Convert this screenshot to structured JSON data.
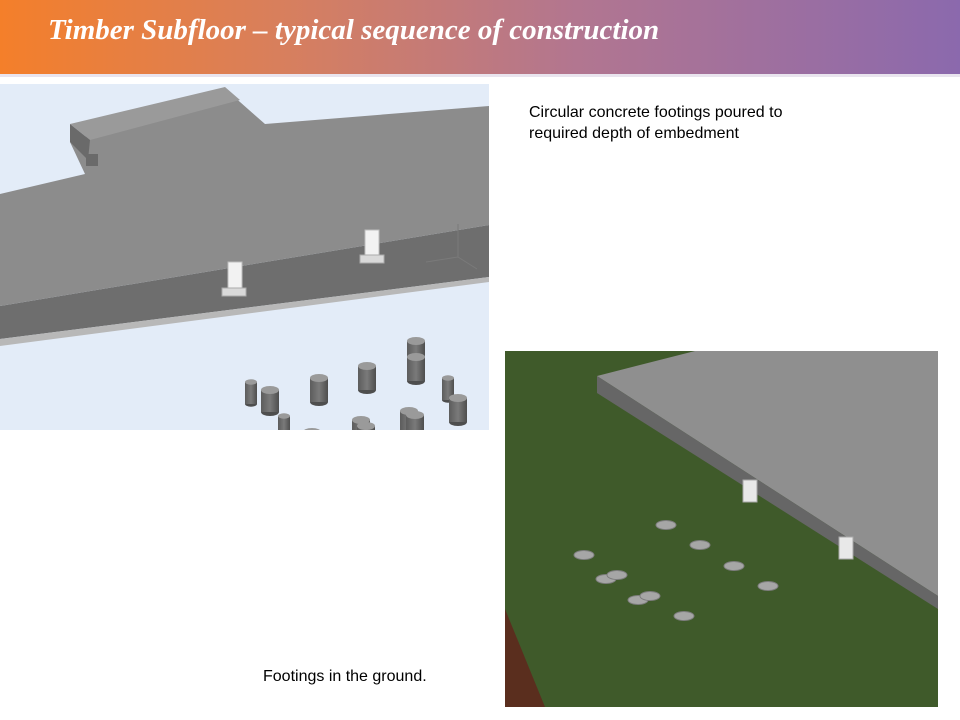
{
  "slide": {
    "title": "Timber Subfloor – typical sequence of construction",
    "caption_top": "Circular concrete footings poured to required depth of embedment",
    "caption_bottom": "Footings in the ground.",
    "colors": {
      "title_gradient_start": "#f47f2a",
      "title_gradient_end": "#8b69ad",
      "slab": "#8c8c8c",
      "footing": "#6e6e6e",
      "ground": "#3f5a2a",
      "soil": "#5a2e1e",
      "viewport_bg": "#e3ecf8"
    }
  }
}
